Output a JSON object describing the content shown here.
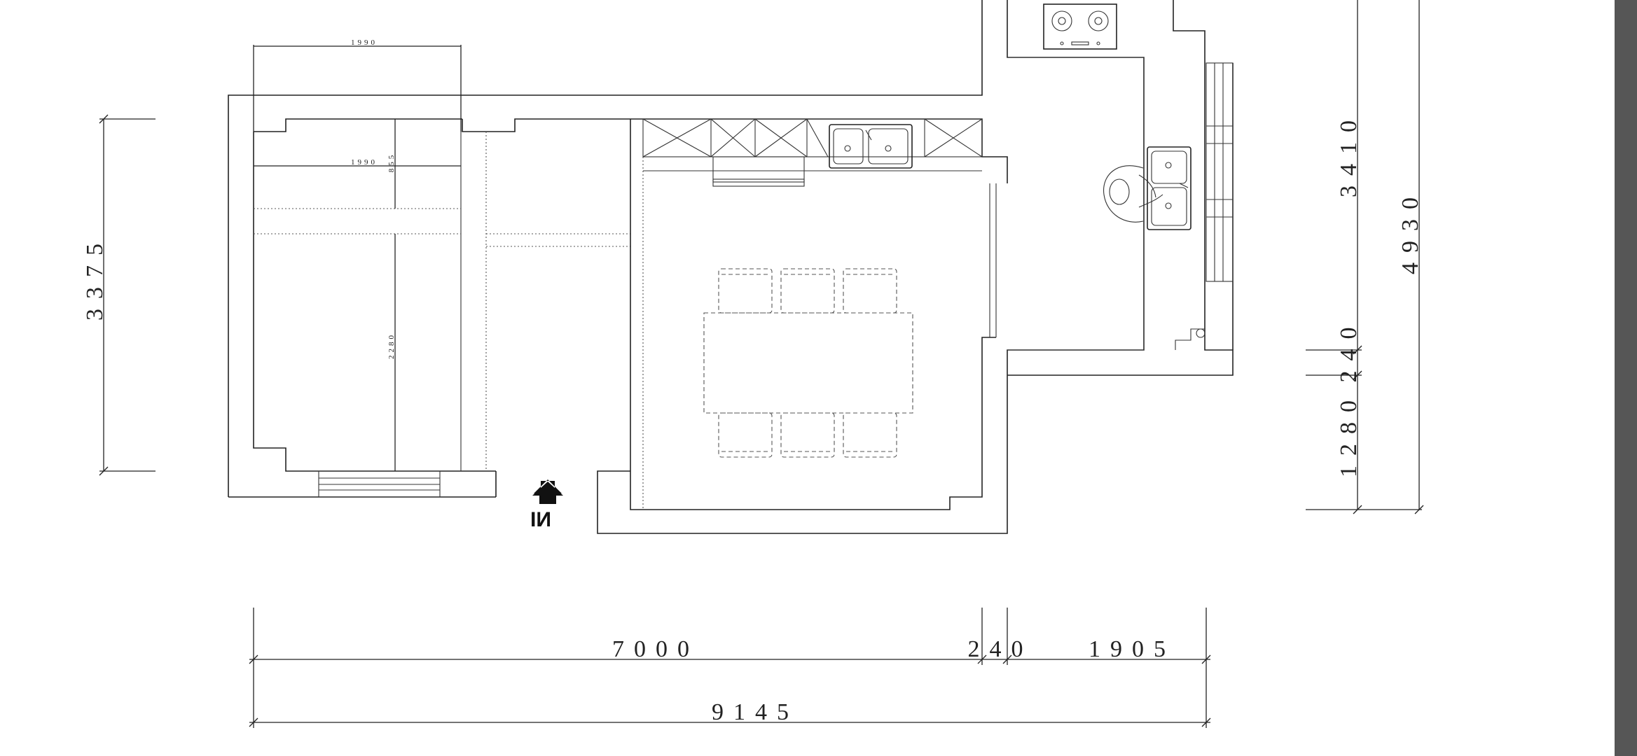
{
  "drawing": {
    "dimensions": {
      "bottom_total": "9145",
      "bottom_left": "7000",
      "bottom_wall": "240",
      "bottom_right": "1905",
      "left_height": "3375",
      "right_inner": "3410",
      "right_total": "4930",
      "right_wall": "240",
      "right_lower": "1280",
      "bed_top_width": "1990",
      "bed_mid_width": "1990",
      "bed_small_vertical": "855",
      "bed_vertical": "2280"
    },
    "entry_mark": "NI",
    "icons": [
      "stove-icon",
      "double-sink-icon",
      "person-at-sink-icon",
      "entry-arrow-icon",
      "dining-table-icon",
      "chair-icon"
    ]
  },
  "colors": {
    "line": "#222222",
    "background": "#ffffff",
    "scrollbar": "#565656"
  }
}
